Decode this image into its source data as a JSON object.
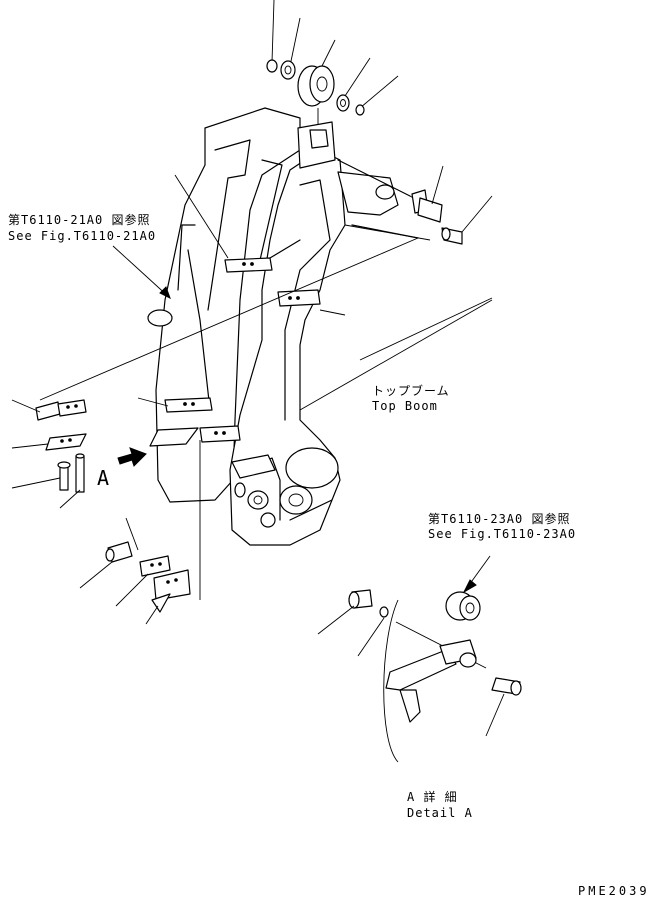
{
  "labels": {
    "ref1_jp": "第T6110-21A0 図参照",
    "ref1_en": "See Fig.T6110-21A0",
    "topboom_jp": "トップブーム",
    "topboom_en": "Top Boom",
    "ref2_jp": "第T6110-23A0 図参照",
    "ref2_en": "See Fig.T6110-23A0",
    "view_marker": "A",
    "detail_jp": "A 詳 細",
    "detail_en": "Detail A",
    "drawing_no": "PME2039"
  }
}
